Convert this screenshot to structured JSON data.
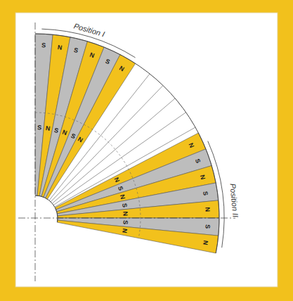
{
  "diagram": {
    "labels": [
      "Position I",
      "S",
      "S",
      "N",
      "N",
      "S",
      "S",
      "N",
      "N",
      "S",
      "S",
      "N",
      "N",
      "Position II",
      "N",
      "N",
      "S",
      "S",
      "N",
      "N",
      "S",
      "S",
      "N",
      "N",
      "S",
      "S",
      "N",
      "N"
    ]
  }
}
